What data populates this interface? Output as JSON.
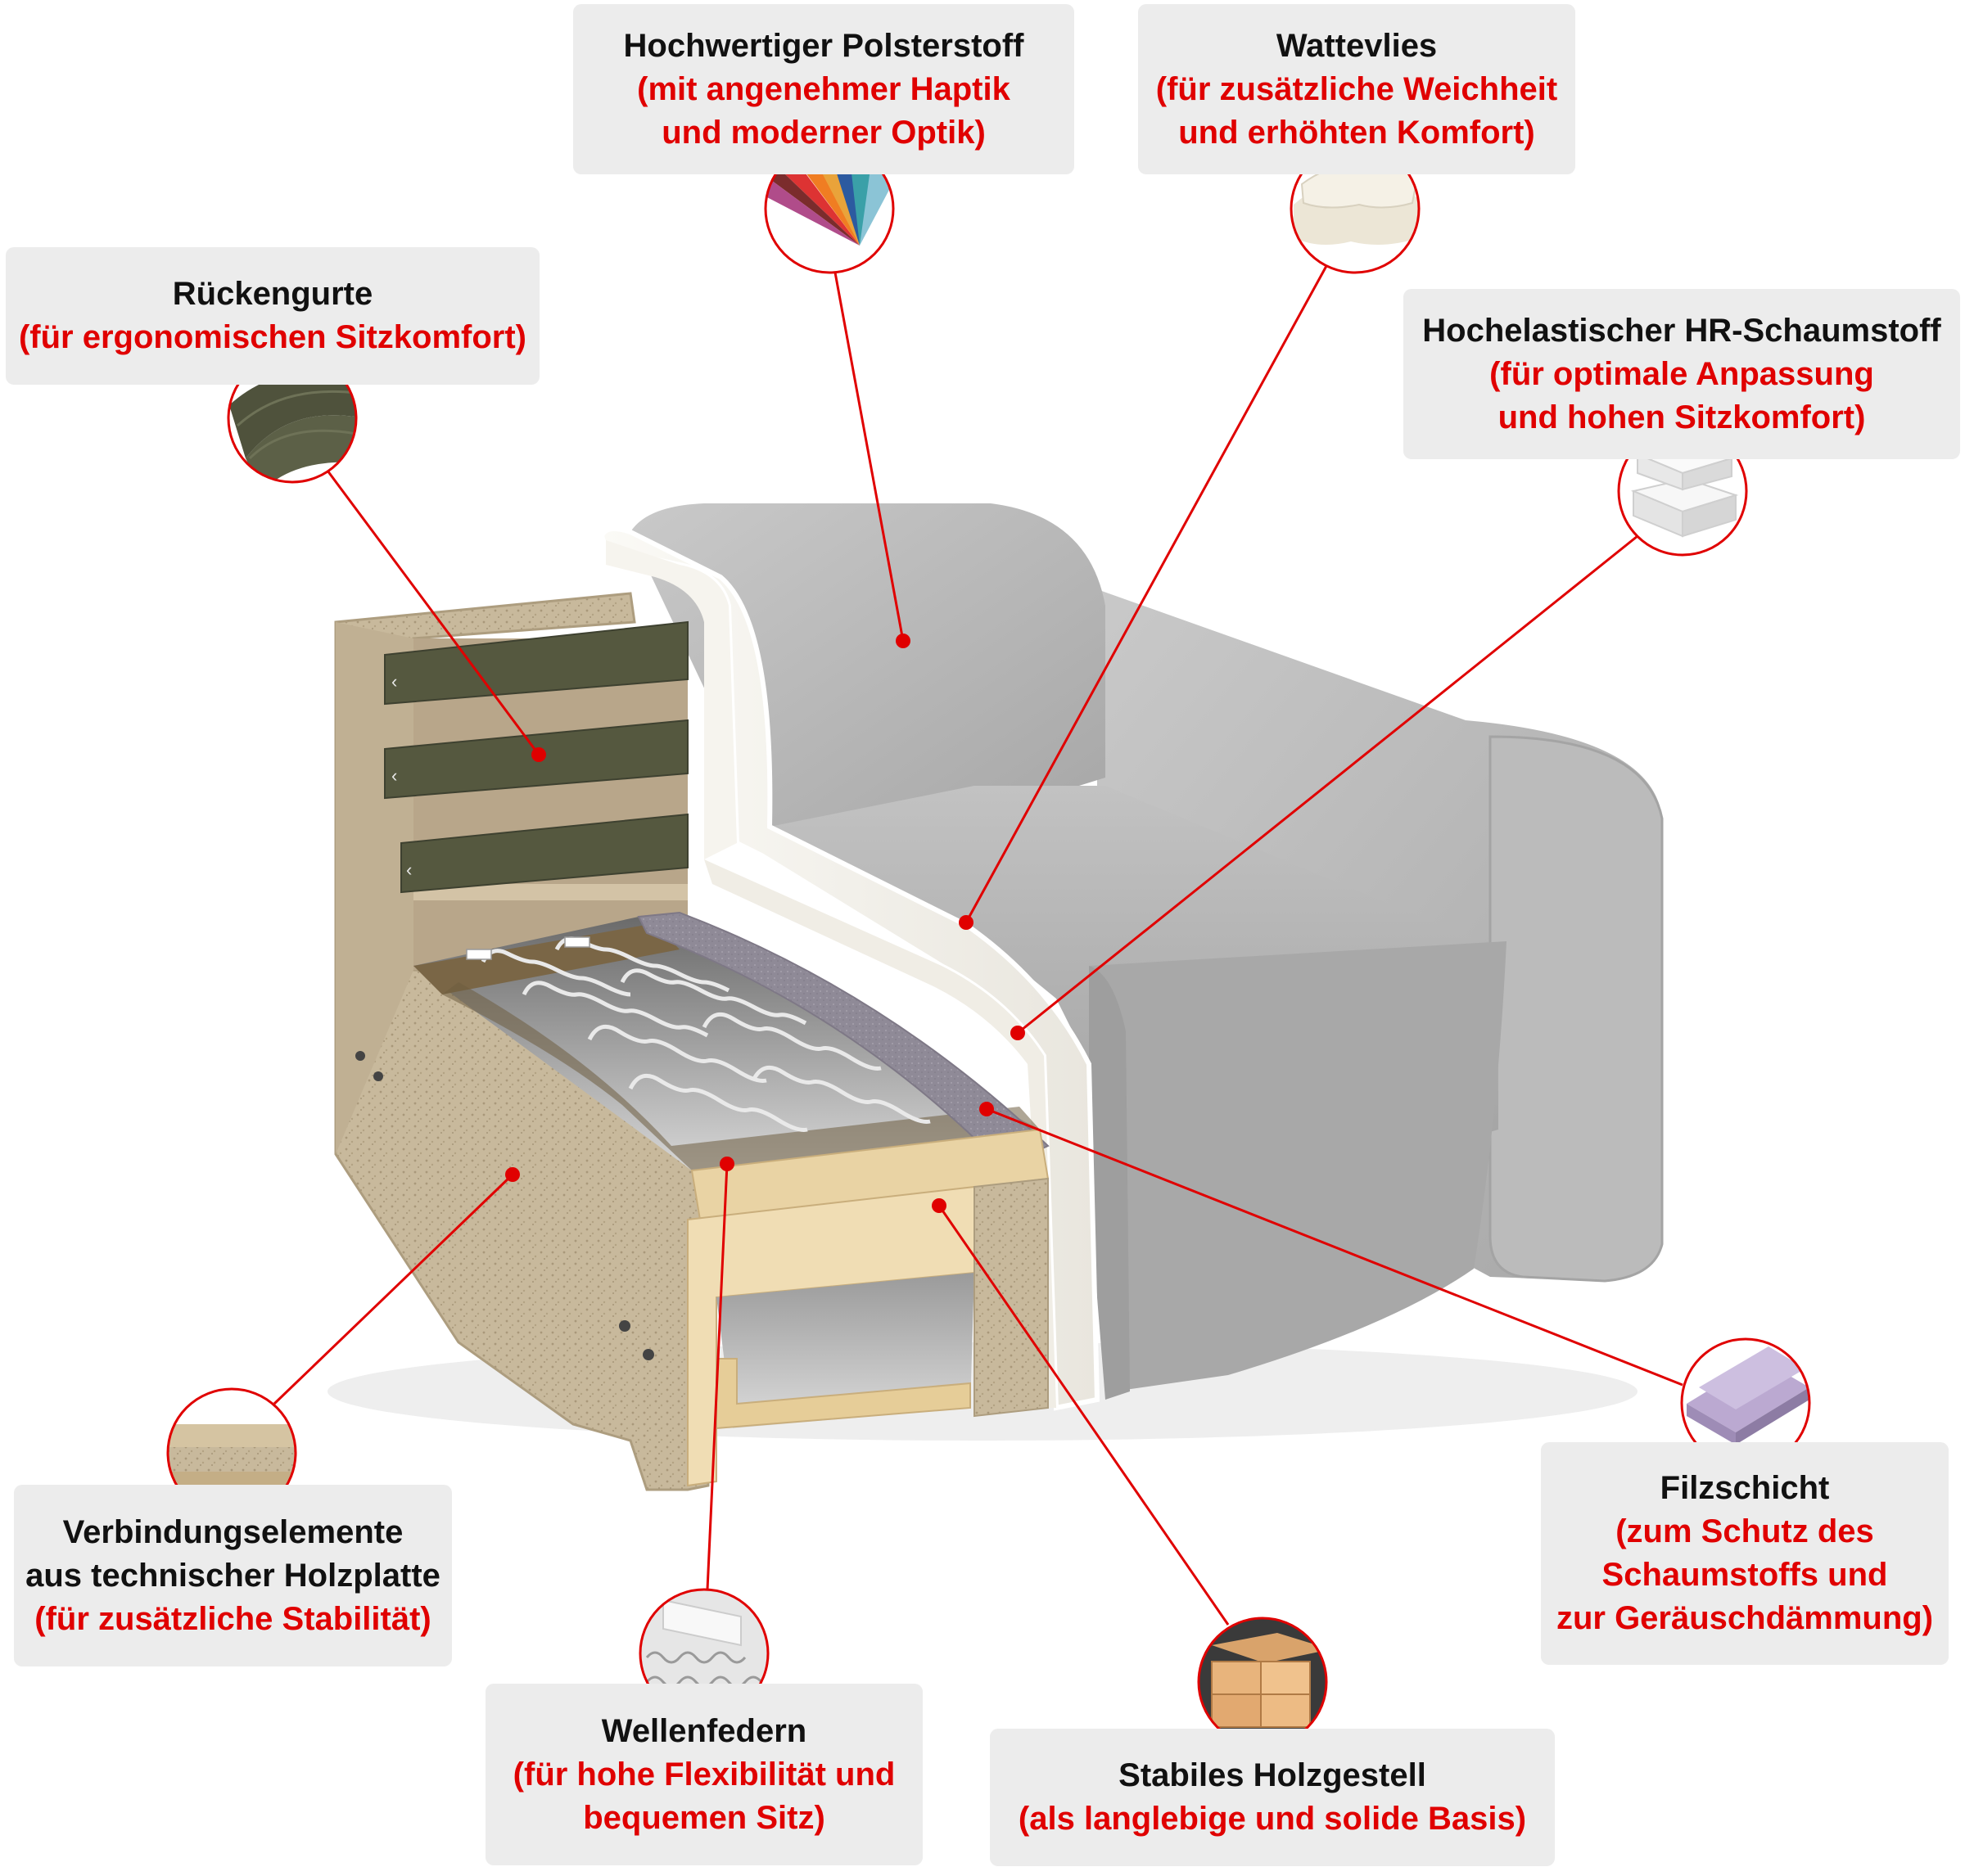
{
  "colors": {
    "accent": "#e00000",
    "box": "#ececec",
    "text": "#111111",
    "upholstery": "#b9b9b9",
    "foam": "#f4f2ec",
    "board": "#c7b79b",
    "wood": "#e6cfa0",
    "webbing": "#55583f",
    "felt": "#8e8896"
  },
  "callouts": {
    "polsterstoff": {
      "title": "Hochwertiger Polsterstoff",
      "sub1": "(mit angenehmer Haptik",
      "sub2": "und moderner Optik)"
    },
    "wattevlies": {
      "title": "Wattevlies",
      "sub1": "(für zusätzliche Weichheit",
      "sub2": "und erhöhten Komfort)"
    },
    "rueckengurte": {
      "title": "Rückengurte",
      "sub1": "(für ergonomischen Sitzkomfort)"
    },
    "schaumstoff": {
      "title": "Hochelastischer HR-Schaumstoff",
      "sub1": "(für optimale Anpassung",
      "sub2": "und hohen Sitzkomfort)"
    },
    "filzschicht": {
      "title": "Filzschicht",
      "sub1": "(zum Schutz des",
      "sub2": "Schaumstoffs und",
      "sub3": "zur Geräuschdämmung)"
    },
    "verbindung": {
      "title": "Verbindungselemente",
      "title2": "aus technischer Holzplatte",
      "sub1": "(für zusätzliche Stabilität)"
    },
    "wellenfedern": {
      "title": "Wellenfedern",
      "sub1": "(für hohe Flexibilität und",
      "sub2": "bequemen Sitz)"
    },
    "holzgestell": {
      "title": "Stabiles Holzgestell",
      "sub1": "(als langlebige und solide Basis)"
    }
  },
  "thumbnails": {
    "polsterstoff": "fabric-swatches-icon",
    "wattevlies": "wadding-fleece-icon",
    "rueckengurte": "webbing-strap-icon",
    "schaumstoff": "foam-blocks-icon",
    "filzschicht": "felt-layer-icon",
    "verbindung": "chipboard-icon",
    "wellenfedern": "wave-springs-icon",
    "holzgestell": "wood-planks-icon"
  }
}
